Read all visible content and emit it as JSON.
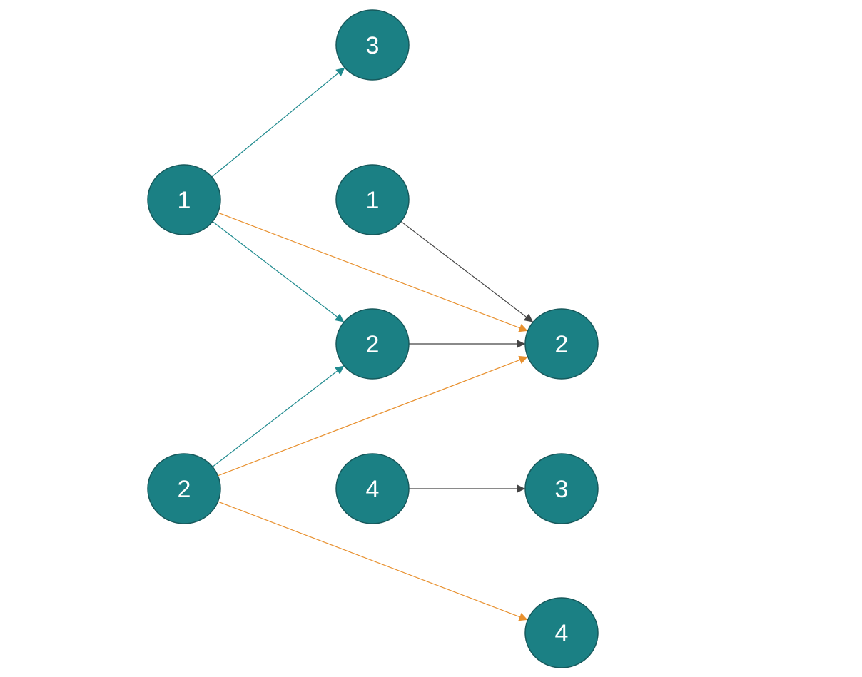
{
  "colors": {
    "node_fill": "#1b8084",
    "node_stroke": "#17595c",
    "teal": "#1f8a8e",
    "orange": "#e8902e",
    "dark": "#444444",
    "label": "#ffffff"
  },
  "nodes": [
    {
      "id": "a",
      "label": "1"
    },
    {
      "id": "b",
      "label": "2"
    },
    {
      "id": "c",
      "label": "3"
    },
    {
      "id": "d",
      "label": "1"
    },
    {
      "id": "e",
      "label": "2"
    },
    {
      "id": "f",
      "label": "4"
    },
    {
      "id": "g",
      "label": "2"
    },
    {
      "id": "h",
      "label": "3"
    },
    {
      "id": "i",
      "label": "4"
    }
  ],
  "edges": [
    {
      "from": "a",
      "to": "c",
      "color": "teal"
    },
    {
      "from": "a",
      "to": "e",
      "color": "teal"
    },
    {
      "from": "a",
      "to": "g",
      "color": "orange"
    },
    {
      "from": "b",
      "to": "e",
      "color": "teal"
    },
    {
      "from": "b",
      "to": "g",
      "color": "orange"
    },
    {
      "from": "b",
      "to": "i",
      "color": "orange"
    },
    {
      "from": "d",
      "to": "g",
      "color": "dark"
    },
    {
      "from": "e",
      "to": "g",
      "color": "dark"
    },
    {
      "from": "f",
      "to": "h",
      "color": "dark"
    }
  ]
}
